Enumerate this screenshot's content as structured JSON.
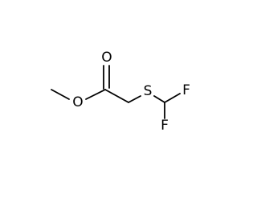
{
  "molecule": {
    "atoms": {
      "carbonyl_oxygen": "O",
      "ester_oxygen": "O",
      "sulfur": "S",
      "fluorine_1": "F",
      "fluorine_2": "F"
    }
  }
}
